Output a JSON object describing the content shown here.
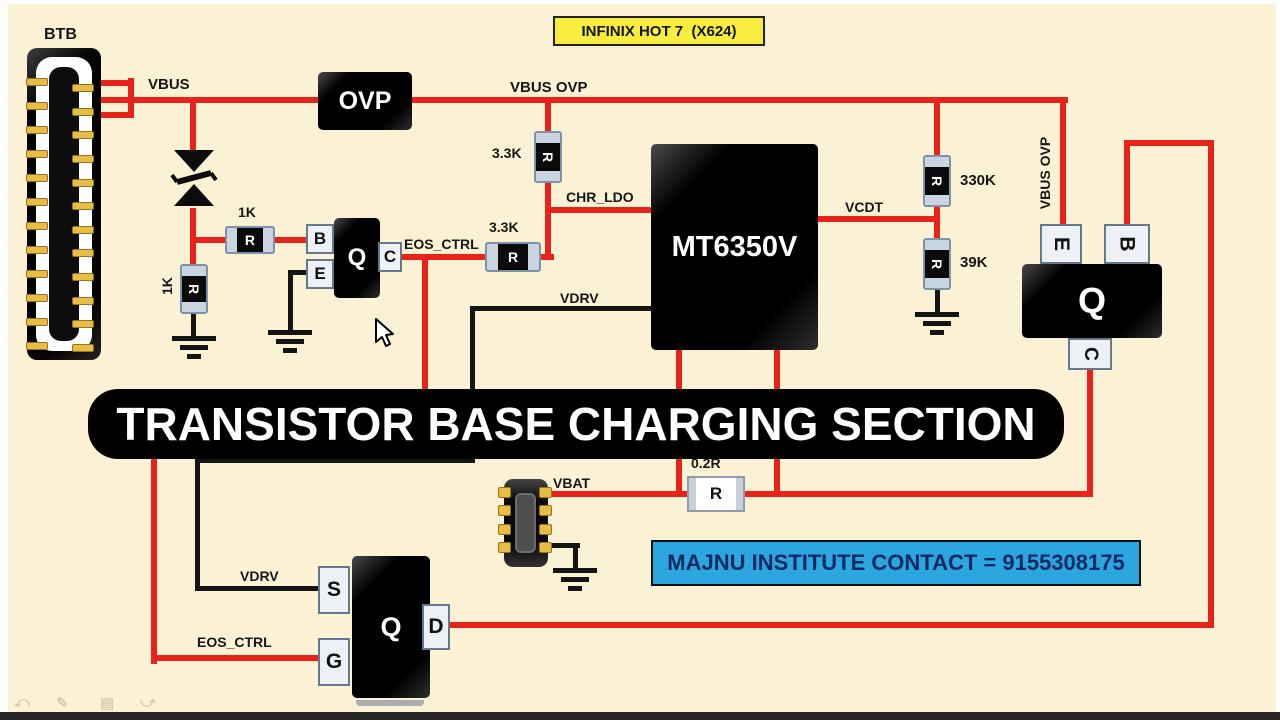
{
  "device_banner": {
    "text": "INFINIX HOT 7  (X624)"
  },
  "section_banner": {
    "text": "TRANSISTOR BASE CHARGING SECTION"
  },
  "contact_banner": {
    "text": "MAJNU INSTITUTE CONTACT = 9155308175"
  },
  "connector_btb": {
    "label": "BTB",
    "pins_per_side": 12
  },
  "battery_connector": {
    "pins_per_side": 4
  },
  "blocks": {
    "ovp_label": "OVP",
    "ic_label": "MT6350V"
  },
  "net_labels": {
    "vbus": "VBUS",
    "vbus_ovp": "VBUS OVP",
    "vbus_ovp_vertical": "VBUS OVP",
    "chr_ldo": "CHR_LDO",
    "vcdt": "VCDT",
    "eos_ctrl": "EOS_CTRL",
    "eos_ctrl_bottom": "EOS_CTRL",
    "vdrv": "VDRV",
    "vdrv_bottom": "VDRV",
    "vbat": "VBAT"
  },
  "resistors": {
    "r1k_horizontal": {
      "value": "1K",
      "letter": "R"
    },
    "r1k_vertical": {
      "value": "1K",
      "letter": "R"
    },
    "r33k_vertical": {
      "value": "3.3K",
      "letter": "R"
    },
    "r33k_horizontal": {
      "value": "3.3K",
      "letter": "R"
    },
    "r330k": {
      "value": "330K",
      "letter": "R"
    },
    "r39k": {
      "value": "39K",
      "letter": "R"
    },
    "r_sense": {
      "value": "0.2R",
      "letter": "R"
    }
  },
  "transistors": {
    "left": {
      "label": "Q",
      "pin_top_left": "B",
      "pin_bottom_left": "E",
      "pin_right": "C"
    },
    "right": {
      "label": "Q",
      "pin_top_left": "E",
      "pin_top_right": "B",
      "pin_bottom": "C"
    },
    "bottom": {
      "label": "Q",
      "pin_top_left": "S",
      "pin_bottom_left": "G",
      "pin_right": "D"
    }
  },
  "colors": {
    "background": "#FBF2D6",
    "wire_red": "#E8241A",
    "wire_black": "#151515",
    "banner_yellow": "#F8EC3F",
    "banner_blue": "#2CA6DF",
    "gold_pin": "#E6BE45"
  }
}
